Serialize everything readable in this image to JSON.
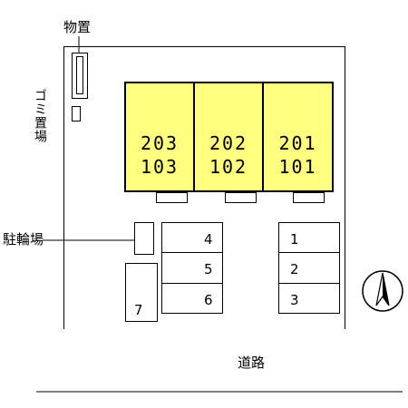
{
  "labels": {
    "storage": "物置",
    "garbage": "ゴミ置場",
    "bicycle": "駐輪場",
    "road": "道路"
  },
  "units": [
    {
      "top": "203",
      "bottom": "103"
    },
    {
      "top": "202",
      "bottom": "102"
    },
    {
      "top": "201",
      "bottom": "101"
    }
  ],
  "parking": {
    "left": [
      "4",
      "5",
      "6"
    ],
    "left_extra": "7",
    "right": [
      "1",
      "2",
      "3"
    ]
  },
  "compass": "north-arrow-icon"
}
